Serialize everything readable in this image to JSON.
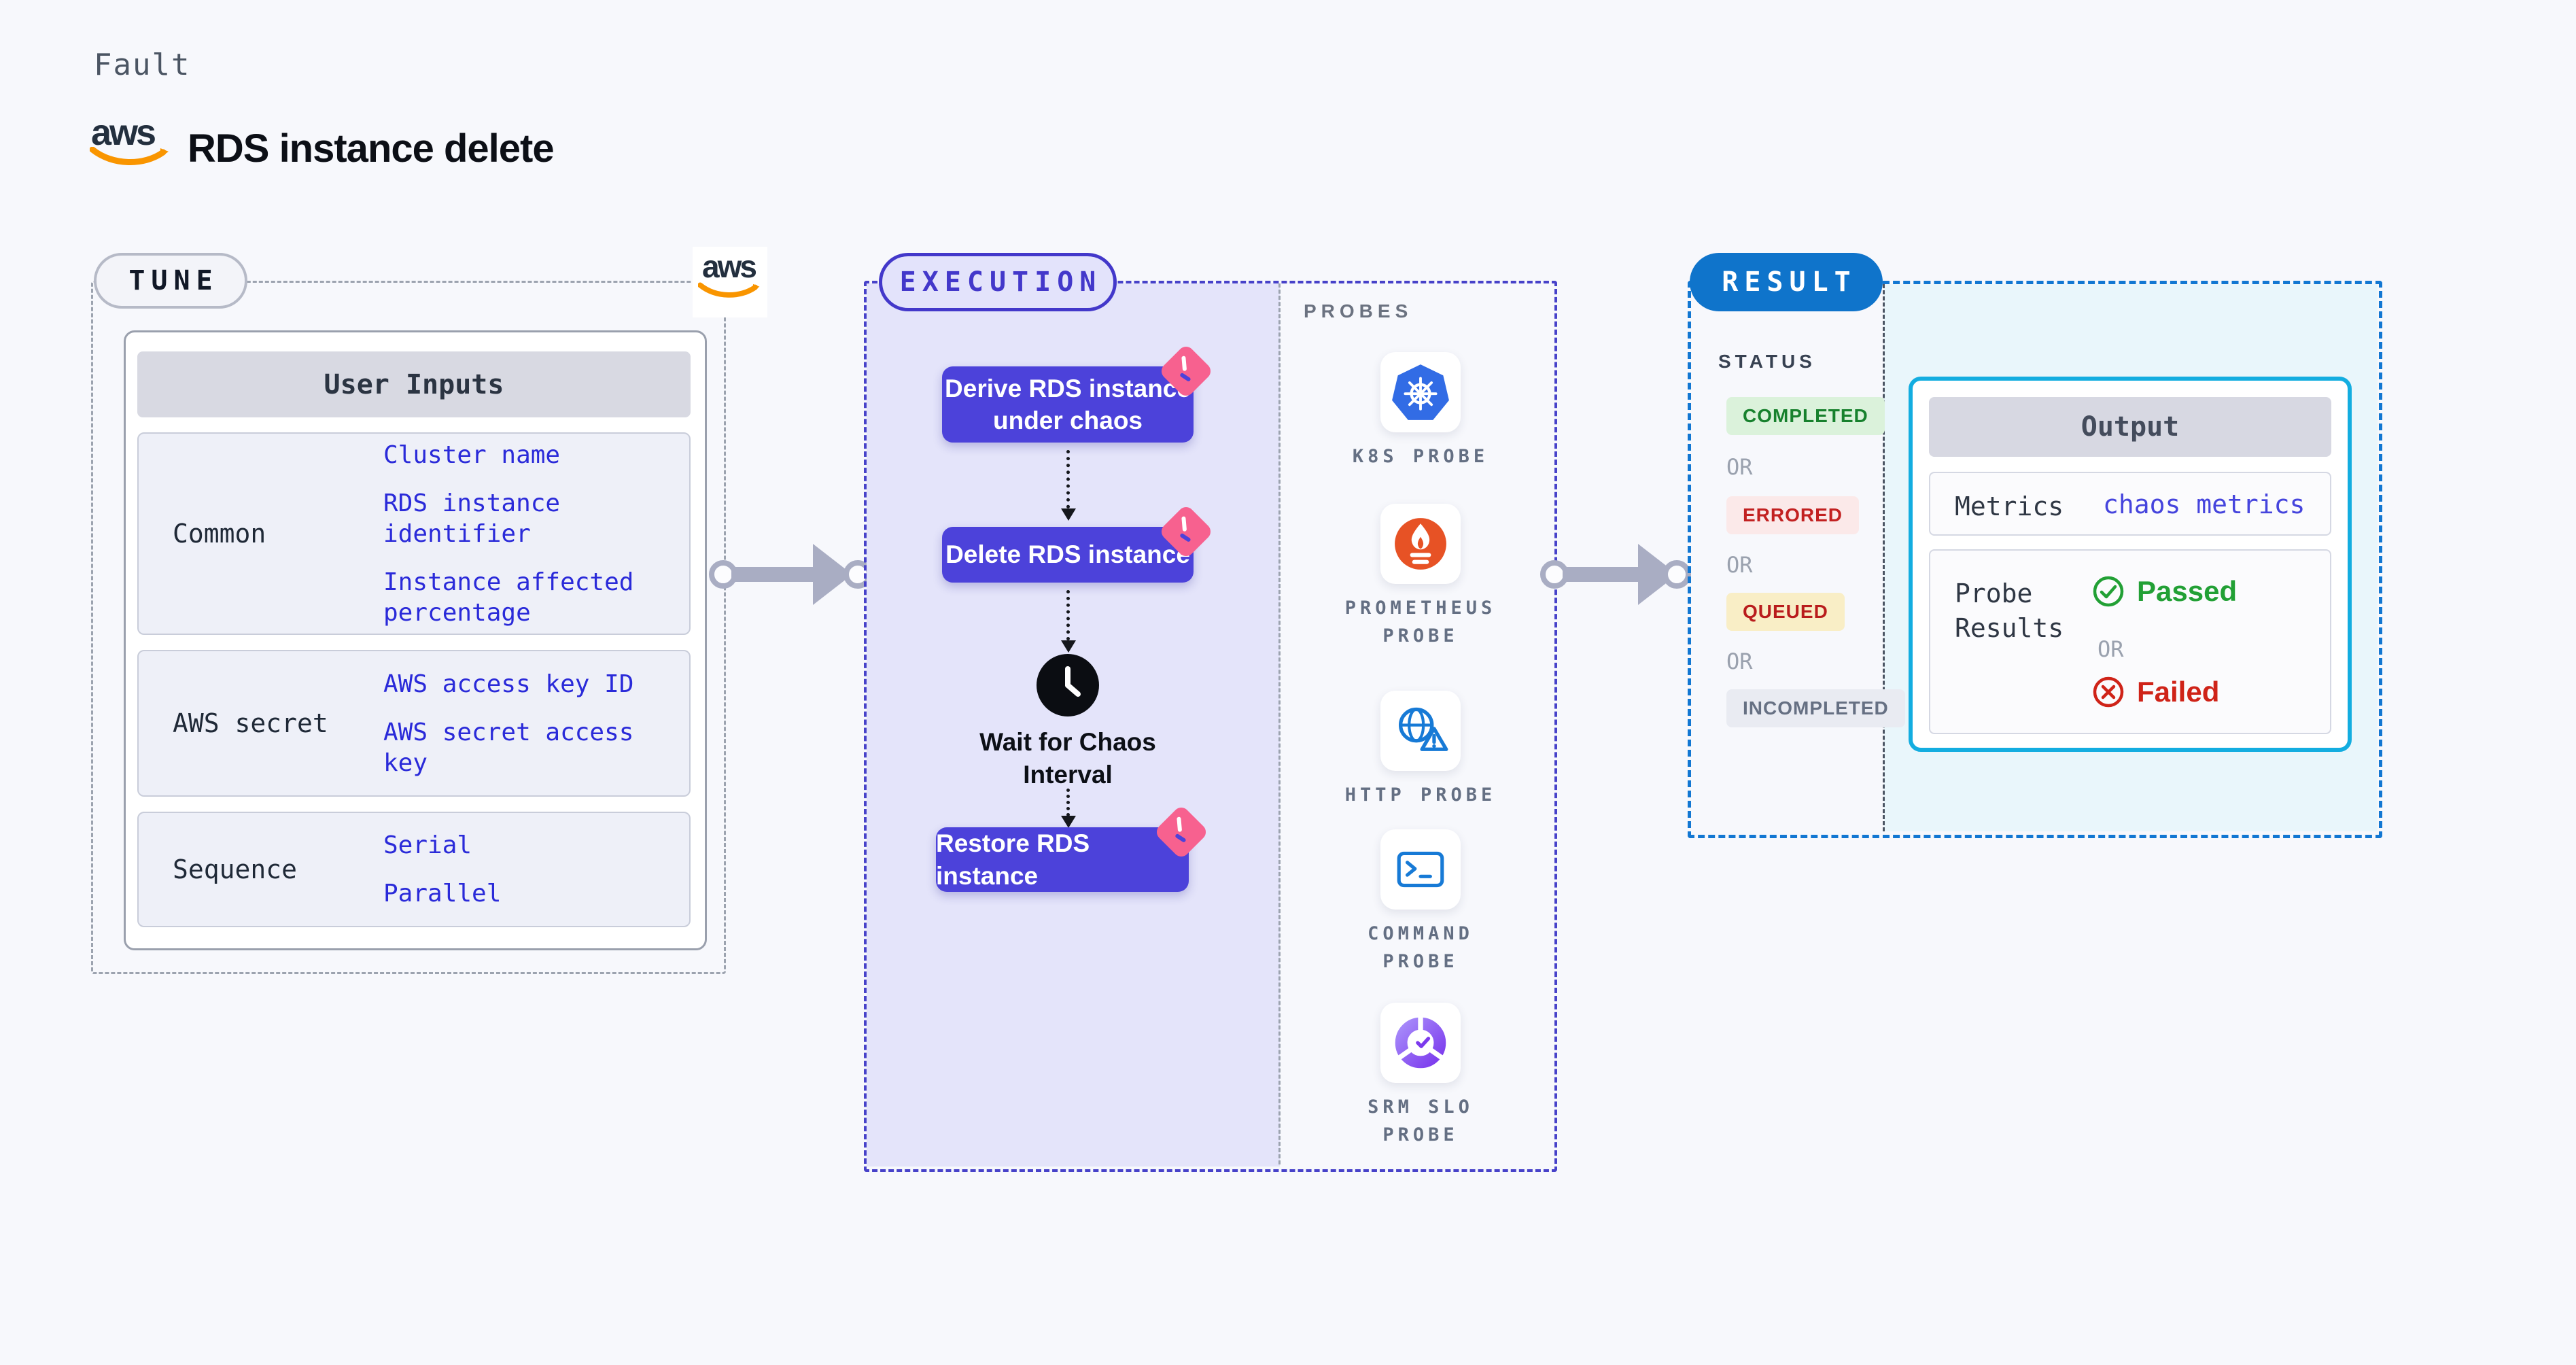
{
  "page": {
    "kicker": "Fault",
    "title": "RDS instance delete",
    "brand": "aws"
  },
  "colors": {
    "accent_indigo": "#4c42da",
    "accent_blue": "#0f74cb",
    "accent_cyan": "#13ade0",
    "value_blue": "#2a2ad9",
    "pink_ribbon": "#f7618f",
    "aws_orange": "#f90",
    "green": "#22a035",
    "red": "#cf2318",
    "gray_border": "#9ca3af"
  },
  "tune": {
    "badge": "TUNE",
    "table_header": "User Inputs",
    "rows": [
      {
        "label": "Common",
        "values": [
          "Cluster name",
          "RDS instance identifier",
          "Instance affected percentage"
        ]
      },
      {
        "label": "AWS secret",
        "values": [
          "AWS access key ID",
          "AWS secret access key"
        ]
      },
      {
        "label": "Sequence",
        "values": [
          "Serial",
          "Parallel"
        ]
      }
    ]
  },
  "execution": {
    "badge": "EXECUTION",
    "steps": [
      {
        "lines": [
          "Derive RDS instance",
          "under chaos"
        ]
      },
      {
        "lines": [
          "Delete RDS instance"
        ]
      },
      {
        "lines": [
          "Restore RDS instance"
        ]
      }
    ],
    "wait": {
      "lines": [
        "Wait for Chaos",
        "Interval"
      ]
    }
  },
  "probes": {
    "heading": "PROBES",
    "items": [
      {
        "icon": "kubernetes-icon",
        "lines": [
          "K8S PROBE"
        ]
      },
      {
        "icon": "prometheus-icon",
        "lines": [
          "PROMETHEUS",
          "PROBE"
        ]
      },
      {
        "icon": "http-globe-icon",
        "lines": [
          "HTTP PROBE"
        ]
      },
      {
        "icon": "terminal-icon",
        "lines": [
          "COMMAND",
          "PROBE"
        ]
      },
      {
        "icon": "slo-donut-icon",
        "lines": [
          "SRM SLO",
          "PROBE"
        ]
      }
    ]
  },
  "result": {
    "badge": "RESULT",
    "status_heading": "STATUS",
    "or": "OR",
    "statuses": [
      {
        "label": "COMPLETED"
      },
      {
        "label": "ERRORED"
      },
      {
        "label": "QUEUED"
      },
      {
        "label": "INCOMPLETED"
      }
    ],
    "output": {
      "header": "Output",
      "metrics_label": "Metrics",
      "metrics_value": "chaos metrics",
      "probe_results": {
        "lines": [
          "Probe",
          "Results"
        ]
      },
      "passed": "Passed",
      "failed": "Failed"
    }
  }
}
